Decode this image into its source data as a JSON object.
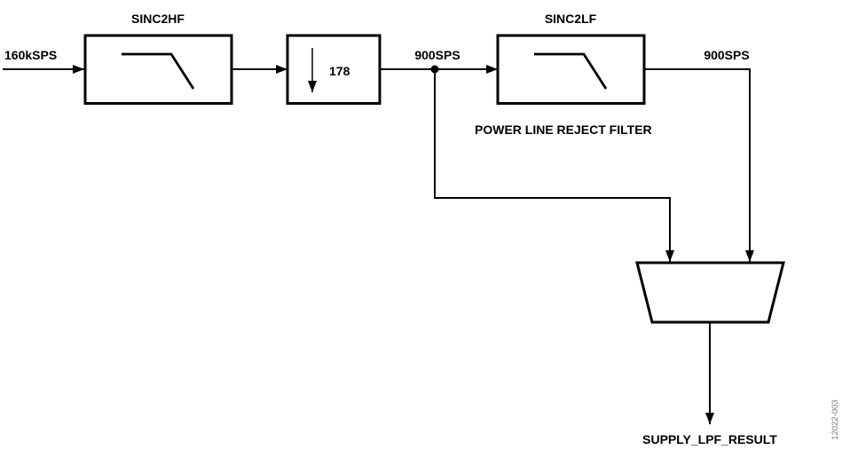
{
  "figure": {
    "code": "12022-003"
  },
  "diagram": {
    "input": {
      "rate_label": "160kSPS"
    },
    "sinc2hf_block": {
      "title": "SINC2HF",
      "icon": "lowpass-filter-curve-icon"
    },
    "decimator_block": {
      "factor": "178",
      "icon": "downsample-arrow-icon"
    },
    "mid_rate_label": "900SPS",
    "sinc2lf_block": {
      "title": "SINC2LF",
      "caption": "POWER LINE REJECT FILTER",
      "icon": "lowpass-filter-curve-icon"
    },
    "output_rate_label": "900SPS",
    "mux": {
      "icon": "mux-trapezoid"
    },
    "result_label": "SUPPLY_LPF_RESULT"
  },
  "colors": {
    "background": "#ffffff",
    "line": "#000000",
    "text": "#000000",
    "figure_code_text": "#7d7d7d"
  }
}
